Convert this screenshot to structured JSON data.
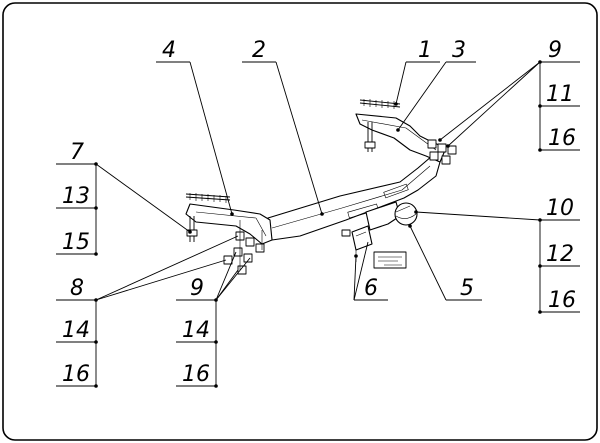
{
  "callouts": {
    "c1": "1",
    "c2": "2",
    "c3": "3",
    "c4": "4",
    "c5": "5",
    "c6": "6",
    "c7": "7",
    "c8": "8",
    "c9_top": "9",
    "c9_bottom": "9",
    "c10": "10",
    "c11": "11",
    "c12": "12",
    "c13": "13",
    "c14_left": "14",
    "c14_right": "14",
    "c15": "15",
    "c16_topright": "16",
    "c16_right": "16",
    "c16_left": "16",
    "c16_mid": "16"
  }
}
